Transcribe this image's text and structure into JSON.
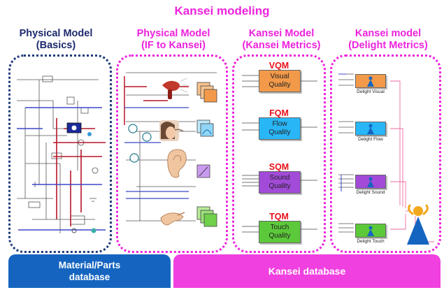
{
  "title": "Kansei modeling",
  "columns": [
    {
      "line1": "Physical Model",
      "line2": "(Basics)"
    },
    {
      "line1": "Physical Model",
      "line2": "(IF to Kansei)"
    },
    {
      "line1": "Kansei Model",
      "line2": "(Kansei Metrics)"
    },
    {
      "line1": "Kansei model",
      "line2": "(Delight Metrics)"
    }
  ],
  "metrics": [
    {
      "code": "VQM",
      "label_line1": "Visual",
      "label_line2": "Quality",
      "color": "#f29a4a"
    },
    {
      "code": "FQM",
      "label_line1": "Flow",
      "label_line2": "Quality",
      "color": "#29b6f6"
    },
    {
      "code": "SQM",
      "label_line1": "Sound",
      "label_line2": "Quality",
      "color": "#a24bd8"
    },
    {
      "code": "TQM",
      "label_line1": "Touch",
      "label_line2": "Quality",
      "color": "#5cc93a"
    }
  ],
  "delight_blocks": [
    {
      "label": "Delight Visual",
      "color": "#f29a4a"
    },
    {
      "label": "Delight Flow",
      "color": "#29b6f6"
    },
    {
      "label": "Delight Sound",
      "color": "#a24bd8"
    },
    {
      "label": "Delight Touch",
      "color": "#5cc93a"
    }
  ],
  "databases": {
    "left_line1": "Material/Parts",
    "left_line2": "database",
    "right": "Kansei database"
  },
  "colors": {
    "title": "#ee22dd",
    "physical_basics": "#1d2a6e",
    "kansei_magenta": "#ee22dd",
    "panel_basics_border": "#1d3a7a",
    "left_db": "#1565c0",
    "right_db": "#f040e0",
    "wire_red": "#b5162a",
    "wire_blue": "#3b47c8"
  },
  "icons": [
    "hair-dryer-icon",
    "face-icon",
    "ear-icon",
    "hand-touch-icon",
    "delighted-person-icon",
    "person-figure-icon"
  ]
}
